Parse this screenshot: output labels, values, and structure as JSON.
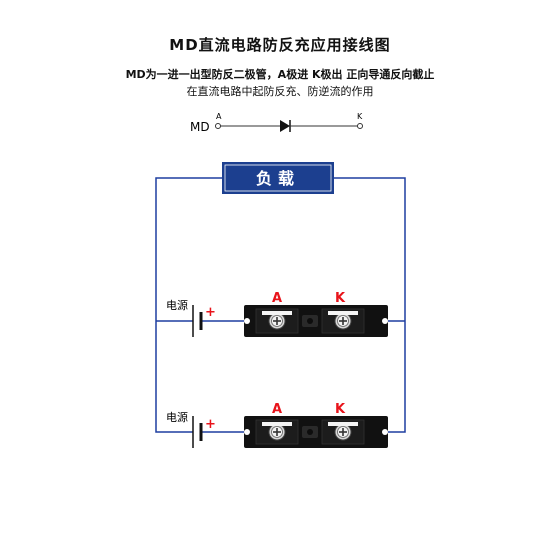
{
  "header": {
    "title": "MD直流电路防反充应用接线图",
    "desc_line1": "MD为一进一出型防反二极管，A极进 K极出 正向导通反向截止",
    "desc_line2": "在直流电路中起防反充、防逆流的作用"
  },
  "symbol": {
    "prefix": "MD",
    "anode_label": "A",
    "cathode_label": "K"
  },
  "load": {
    "label": "负载"
  },
  "circuits": [
    {
      "source_label": "电源",
      "plus": "+",
      "anode": "A",
      "cathode": "K"
    },
    {
      "source_label": "电源",
      "plus": "+",
      "anode": "A",
      "cathode": "K"
    }
  ],
  "colors": {
    "wire": "#1f3fa0",
    "load_box": "#1c3f8f",
    "terminal_label": "#e8141b",
    "module_body": "#111111"
  }
}
